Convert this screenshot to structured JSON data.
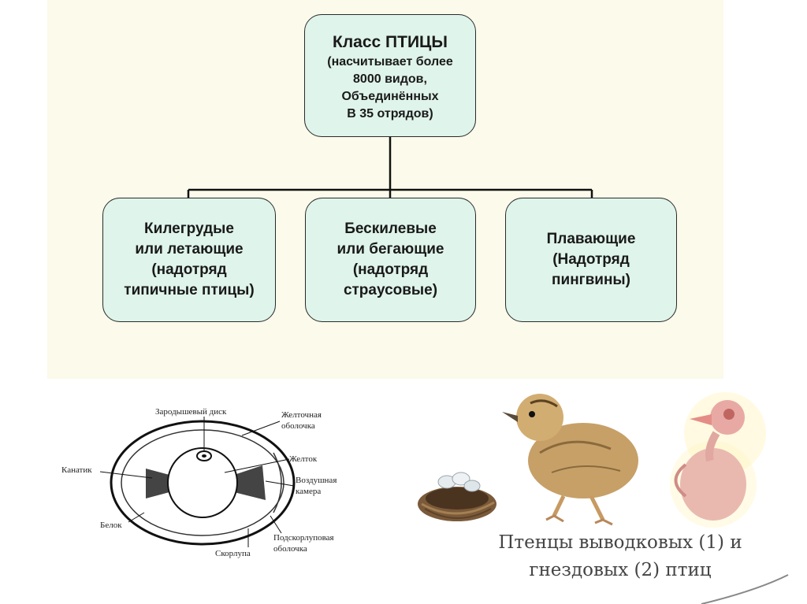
{
  "top": {
    "root": {
      "lines": [
        "Класс ПТИЦЫ",
        "(насчитывает более",
        "8000 видов,",
        "Объединённых",
        "В 35 отрядов)"
      ]
    },
    "children": [
      {
        "lines": [
          "Килегрудые",
          "или летающие",
          "(надотряд",
          "типичные птицы)"
        ]
      },
      {
        "lines": [
          "Бескилевые",
          "или бегающие",
          "(надотряд",
          "страусовые)"
        ]
      },
      {
        "lines": [
          "Плавающие",
          "(Надотряд",
          "пингвины)"
        ]
      }
    ]
  },
  "egg_diagram": {
    "labels": {
      "germinal_disc": "Зародышевый диск",
      "yolk_membrane_1": "Желточная",
      "yolk_membrane_2": "оболочка",
      "chalaza": "Канатик",
      "yolk": "Желток",
      "air_cell_1": "Воздушная",
      "air_cell_2": "камера",
      "white": "Белок",
      "shell_membrane_1": "Подскорлуповая",
      "shell_membrane_2": "оболочка",
      "shell": "Скорлупа"
    }
  },
  "chicks": {
    "caption_lines": [
      "Птенцы выводковых (1) и",
      "гнездовых (2) птиц"
    ]
  },
  "colors": {
    "panel_bg": "#fbfaeb",
    "box_fill": "#dff4ea",
    "box_border": "#2a2a2a"
  }
}
